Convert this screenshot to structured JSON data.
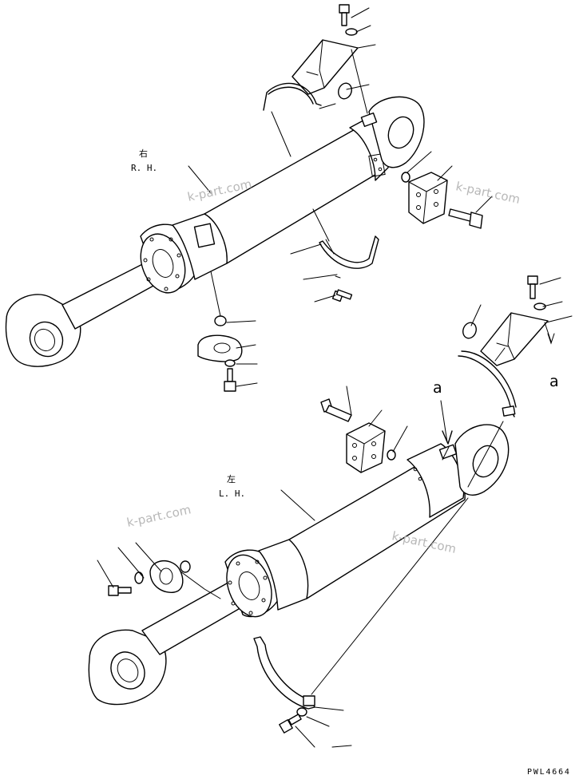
{
  "diagram": {
    "labels": {
      "right_side_kanji": "右",
      "right_side": "R. H.",
      "left_side_kanji": "左",
      "left_side": "L. H.",
      "ref_a_upper": "a",
      "ref_a_lower": "a",
      "drawing_code": "PWL4664"
    },
    "watermarks": [
      "k-part.com",
      "k-part.com",
      "k-part.com",
      "k-part.com"
    ]
  }
}
